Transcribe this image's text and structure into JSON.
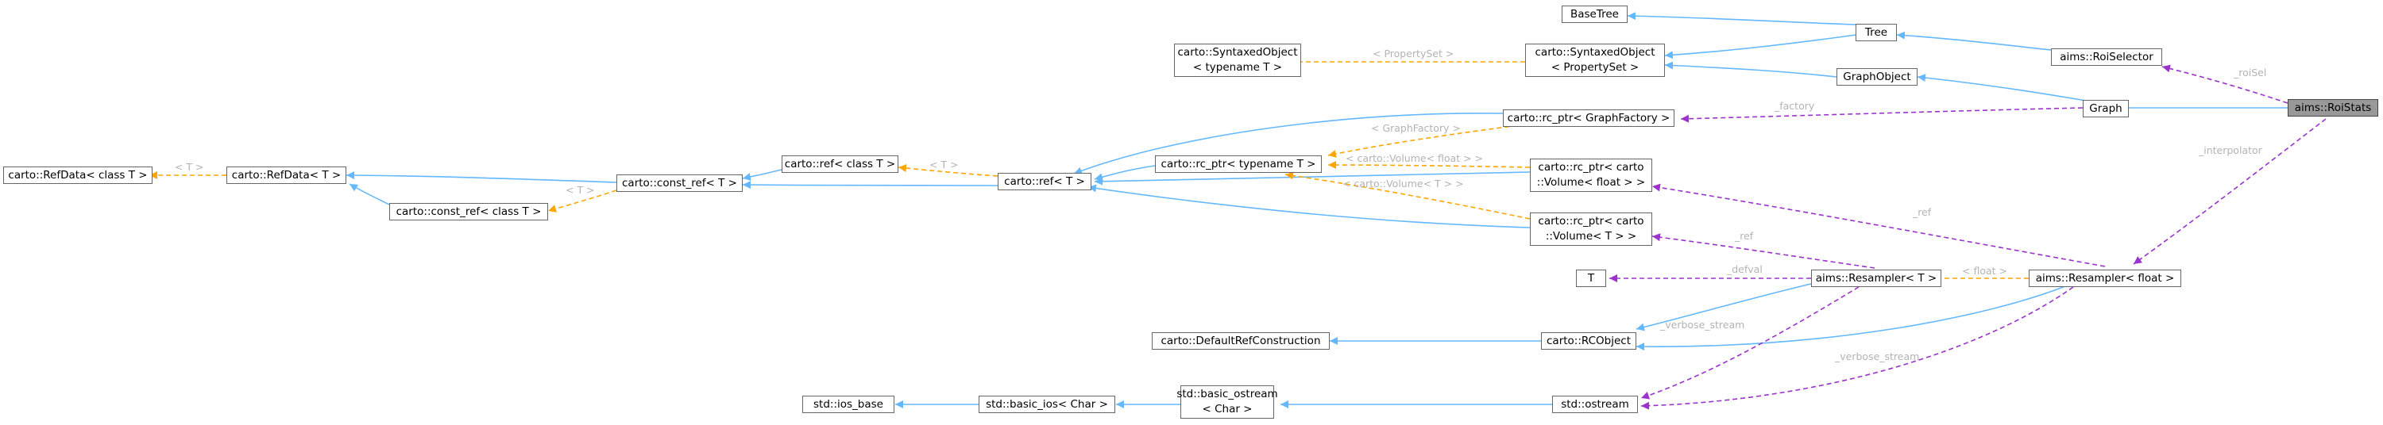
{
  "nodes": {
    "roistats": "aims::RoiStats",
    "roiselector": "aims::RoiSelector",
    "graph": "Graph",
    "tree": "Tree",
    "graphobject": "GraphObject",
    "basetree": "BaseTree",
    "syntaxed_propertyset": [
      "carto::SyntaxedObject",
      "< PropertySet >"
    ],
    "syntaxed_typename": [
      "carto::SyntaxedObject",
      "< typename T >"
    ],
    "rcptr_graphfactory": "carto::rc_ptr< GraphFactory >",
    "rcptr_typename": "carto::rc_ptr< typename T >",
    "rcptr_volume_float": [
      "carto::rc_ptr< carto",
      "::Volume< float > >"
    ],
    "rcptr_volume_T": [
      "carto::rc_ptr< carto",
      "::Volume< T > >"
    ],
    "ref_T": "carto::ref< T >",
    "ref_class_T": "carto::ref< class T >",
    "const_ref_T": "carto::const_ref< T >",
    "const_ref_class_T": "carto::const_ref< class T >",
    "refdata_T": "carto::RefData< T >",
    "refdata_class_T": "carto::RefData< class T >",
    "T": "T",
    "resampler_T": "aims::Resampler< T >",
    "resampler_float": "aims::Resampler< float >",
    "defaultrefconstruction": "carto::DefaultRefConstruction",
    "rcobject": "carto::RCObject",
    "ostream": "std::ostream",
    "basic_ostream": [
      "std::basic_ostream",
      "< Char >"
    ],
    "basic_ios": "std::basic_ios< Char >",
    "ios_base": "std::ios_base"
  },
  "edge_labels": {
    "roisel": "_roiSel",
    "interpolator": "_interpolator",
    "factory": "_factory",
    "ref1": "_ref",
    "ref2": "_ref",
    "defval": "_defval",
    "verbose1": "_verbose_stream",
    "verbose2": "_verbose_stream",
    "propertyset": "< PropertySet >",
    "graphfactory": "< GraphFactory >",
    "volume_float": "< carto::Volume< float > >",
    "volume_T": "< carto::Volume< T > >",
    "tpl1": "< T >",
    "tpl2": "< T >",
    "tpl3": "< T >",
    "float_tpl": "< float >"
  },
  "colors": {
    "inheritance": "#63b8ff",
    "usage": "#9a32cd",
    "template": "#ffa500",
    "focus_fill": "#999999"
  }
}
